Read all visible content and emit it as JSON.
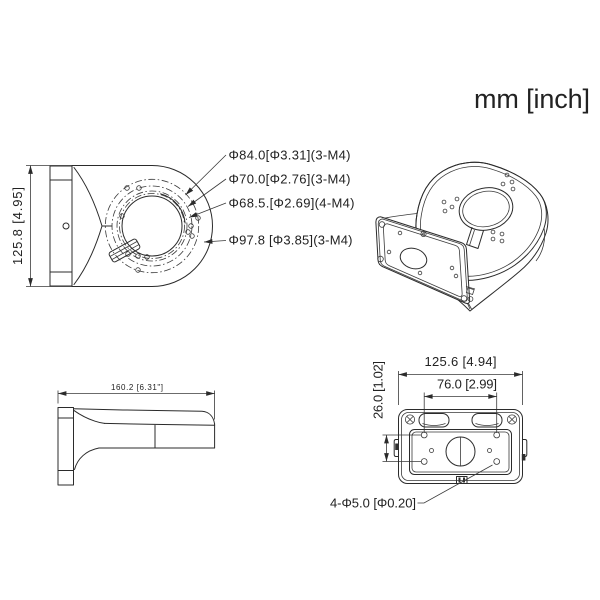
{
  "drawing": {
    "units_note": "mm [inch]",
    "front_view": {
      "height_dim": "125.8 [4.95]",
      "callouts": [
        "Φ84.0[Φ3.31](3-M4)",
        "Φ70.0[Φ2.76](3-M4)",
        "Φ68.5.[Φ2.69](4-M4)",
        "Φ97.8 [Φ3.85](3-M4)"
      ]
    },
    "side_view": {
      "length_dim": "160.2 [6.31\"]"
    },
    "rear_view": {
      "width_dim": "125.6 [4.94]",
      "hole_spacing_dim": "76.0 [2.99]",
      "hole_offset_dim": "26.0 [1.02]",
      "mounting_holes_callout": "4-Φ5.0 [Φ0.20]"
    }
  }
}
